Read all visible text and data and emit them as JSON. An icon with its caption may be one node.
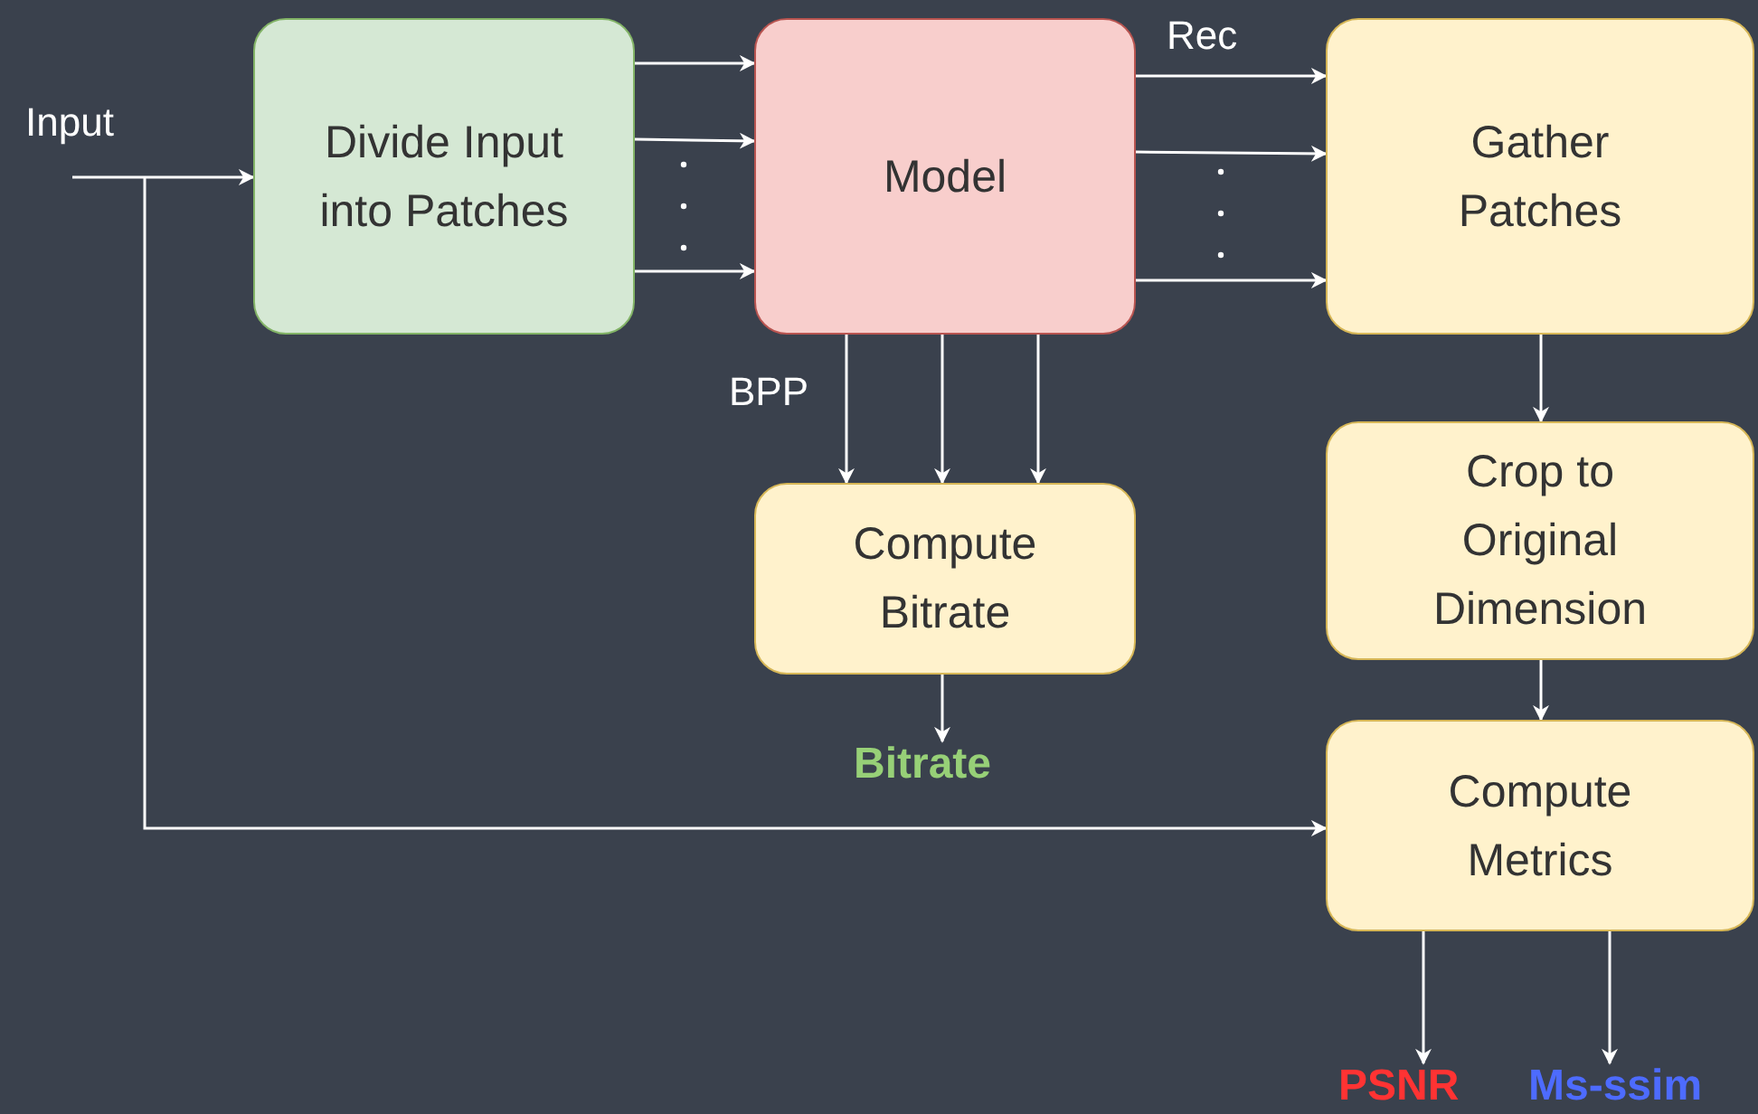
{
  "diagram": {
    "nodes": [
      {
        "text": [
          "Input"
        ]
      },
      {
        "text": [
          "Divide Input into Patches"
        ]
      },
      {
        "text": [
          "Model"
        ]
      },
      {
        "text": [
          "Gather Patches"
        ]
      },
      {
        "text": [
          "Compute Bitrate"
        ]
      },
      {
        "text": [
          "Crop to Original Dimension"
        ]
      },
      {
        "text": [
          "Compute Metrics"
        ]
      },
      {
        "text": [
          "Bitrate"
        ]
      },
      {
        "text": [
          "PSNR"
        ]
      },
      {
        "text": [
          "Ms-ssim"
        ]
      }
    ],
    "edges": [
      {
        "from": 0,
        "to": 1,
        "arrow": "to"
      },
      {
        "from": 0,
        "to": 6,
        "arrow": "to"
      },
      {
        "from": 1,
        "to": 2,
        "arrow": "to"
      },
      {
        "from": 1,
        "to": 2,
        "arrow": "to"
      },
      {
        "from": 1,
        "to": 2,
        "arrow": "to"
      },
      {
        "from": 2,
        "to": 3,
        "arrow": "to",
        "label": "Rec"
      },
      {
        "from": 2,
        "to": 3,
        "arrow": "to"
      },
      {
        "from": 2,
        "to": 3,
        "arrow": "to"
      },
      {
        "from": 2,
        "to": 4,
        "arrow": "to",
        "label": "BPP"
      },
      {
        "from": 2,
        "to": 4,
        "arrow": "to"
      },
      {
        "from": 2,
        "to": 4,
        "arrow": "to"
      },
      {
        "from": 3,
        "to": 5,
        "arrow": "to"
      },
      {
        "from": 5,
        "to": 6,
        "arrow": "to"
      },
      {
        "from": 4,
        "to": 7,
        "arrow": "to"
      },
      {
        "from": 6,
        "to": 8,
        "arrow": "to"
      },
      {
        "from": 6,
        "to": 9,
        "arrow": "to"
      }
    ]
  }
}
